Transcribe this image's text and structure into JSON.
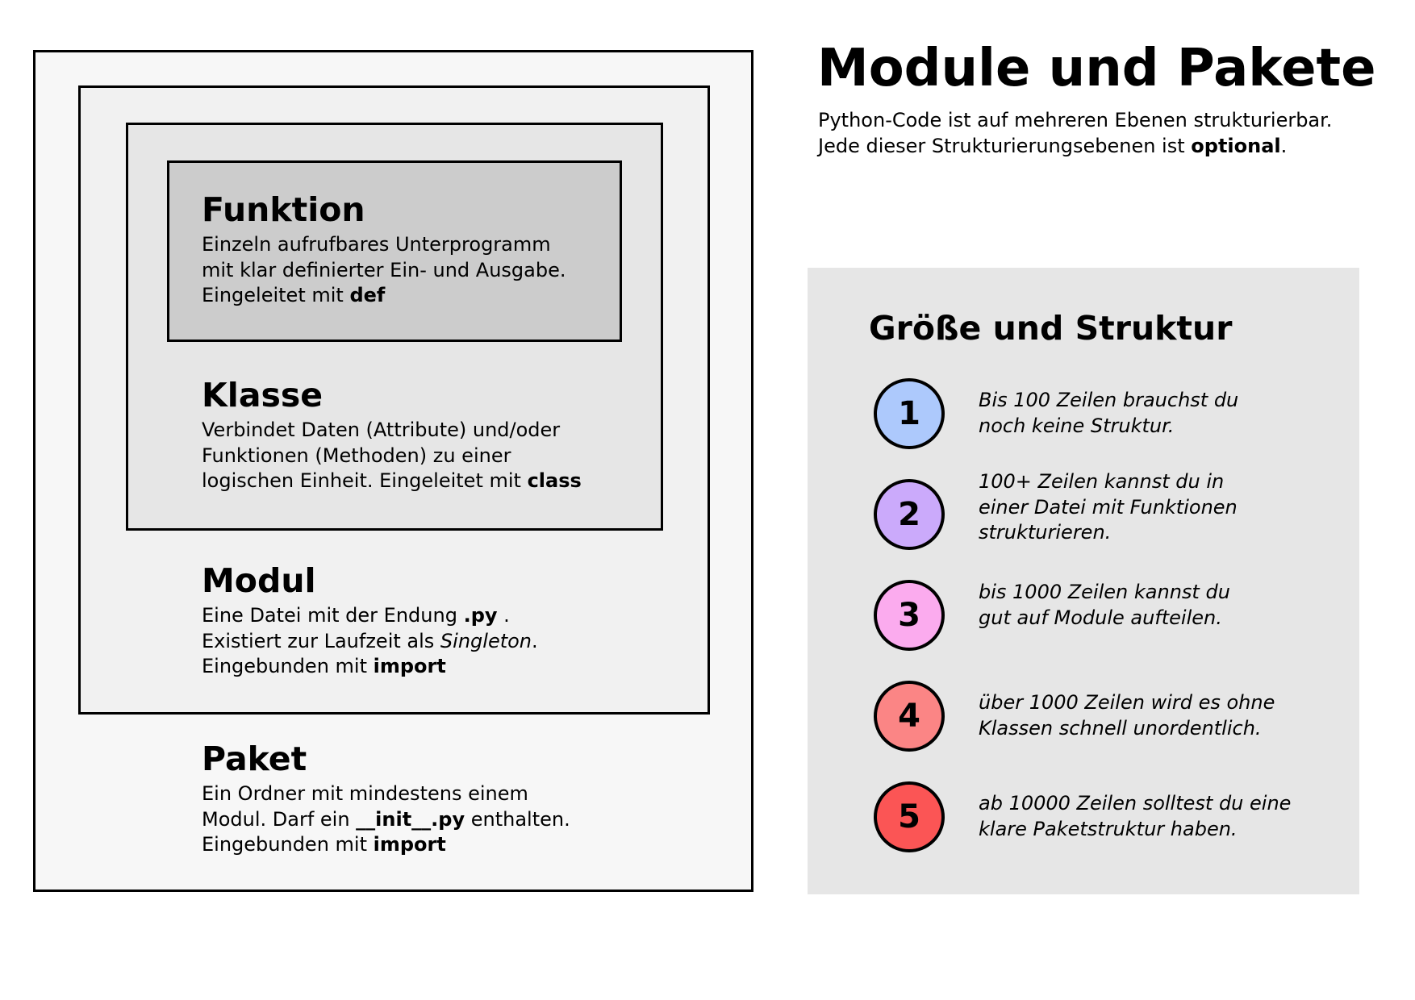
{
  "header": {
    "title": "Module und Pakete",
    "intro_line1": "Python-Code ist auf mehreren Ebenen strukturierbar.",
    "intro_line2_prefix": "Jede dieser Strukturierungsebenen ist ",
    "intro_line2_bold": "optional",
    "intro_line2_suffix": "."
  },
  "hierarchy": {
    "funktion": {
      "title": "Funktion",
      "line1": "Einzeln aufrufbares Unterprogramm",
      "line2": "mit klar definierter Ein- und Ausgabe.",
      "line3_prefix": "Eingeleitet mit ",
      "line3_keyword": "def",
      "fill": "#cccccc"
    },
    "klasse": {
      "title": "Klasse",
      "line1": "Verbindet Daten (Attribute) und/oder",
      "line2": "Funktionen (Methoden) zu einer",
      "line3_prefix": "logischen Einheit. Eingeleitet mit ",
      "line3_keyword": "class",
      "fill": "#e6e6e6"
    },
    "modul": {
      "title": "Modul",
      "line1_prefix": "Eine Datei mit der Endung ",
      "line1_bold": ".py",
      "line1_suffix": " .",
      "line2_prefix": "Existiert zur Laufzeit als ",
      "line2_italic": "Singleton",
      "line2_suffix": ".",
      "line3_prefix": "Eingebunden mit ",
      "line3_keyword": "import",
      "fill": "#f1f1f1"
    },
    "paket": {
      "title": "Paket",
      "line1": "Ein Ordner mit mindestens einem",
      "line2_prefix": "Modul. Darf ein ",
      "line2_bold": "__init__.py",
      "line2_suffix": " enthalten.",
      "line3_prefix": "Eingebunden mit ",
      "line3_keyword": "import",
      "fill": "#f7f7f7"
    }
  },
  "size_panel": {
    "title": "Größe und Struktur",
    "background": "#e6e6e6",
    "levels": [
      {
        "number": "1",
        "color": "#adc9fc",
        "line1": "Bis 100 Zeilen brauchst du",
        "line2": "noch keine Struktur.",
        "line3": ""
      },
      {
        "number": "2",
        "color": "#cbaafb",
        "line1": "100+ Zeilen kannst du in",
        "line2": "einer Datei mit Funktionen",
        "line3": "strukturieren."
      },
      {
        "number": "3",
        "color": "#fbabee",
        "line1": "bis 1000 Zeilen kannst du",
        "line2": "gut auf Module aufteilen.",
        "line3": ""
      },
      {
        "number": "4",
        "color": "#fb8585",
        "line1": "über 1000 Zeilen wird es ohne",
        "line2": "Klassen schnell unordentlich.",
        "line3": ""
      },
      {
        "number": "5",
        "color": "#fb5555",
        "line1": "ab 10000 Zeilen solltest du eine",
        "line2": "klare Paketstruktur haben.",
        "line3": ""
      }
    ]
  }
}
